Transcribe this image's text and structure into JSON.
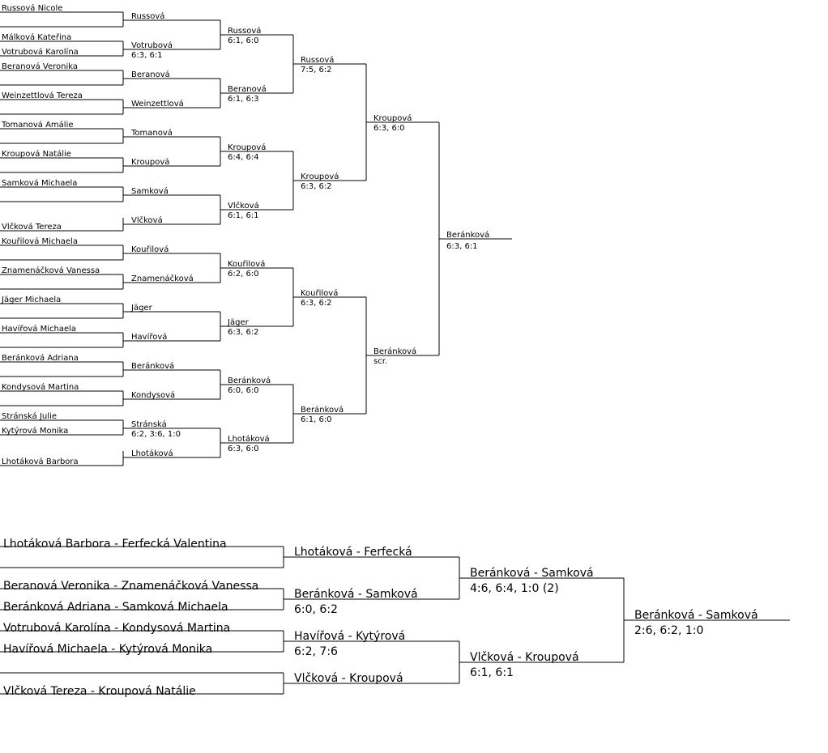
{
  "singles": {
    "round1": [
      "Russová Nicole",
      "Málková Kateřina",
      "Votrubová Karolína",
      "Beranová Veronika",
      "Weinzettlová Tereza",
      "Tomanová Amálie",
      "Kroupová Natálie",
      "Samková Michaela",
      "Vlčková Tereza",
      "Kouřilová Michaela",
      "Znamenáčková Vanessa",
      "Jäger Michaela",
      "Havířová Michaela",
      "Beránková Adriana",
      "Kondysová Martina",
      "Stránská Julie",
      "Kytýrová Monika",
      "Lhotáková Barbora"
    ],
    "round2": [
      {
        "name": "Russová",
        "score": ""
      },
      {
        "name": "Votrubová",
        "score": "6:3, 6:1"
      },
      {
        "name": "Beranová",
        "score": ""
      },
      {
        "name": "Weinzettlová",
        "score": ""
      },
      {
        "name": "Tomanová",
        "score": ""
      },
      {
        "name": "Kroupová",
        "score": ""
      },
      {
        "name": "Samková",
        "score": ""
      },
      {
        "name": "Vlčková",
        "score": ""
      },
      {
        "name": "Kouřilová",
        "score": ""
      },
      {
        "name": "Znamenáčková",
        "score": ""
      },
      {
        "name": "Jäger",
        "score": ""
      },
      {
        "name": "Havířová",
        "score": ""
      },
      {
        "name": "Beránková",
        "score": ""
      },
      {
        "name": "Kondysová",
        "score": ""
      },
      {
        "name": "Stránská",
        "score": "6:2, 3:6, 1:0"
      },
      {
        "name": "Lhotáková",
        "score": ""
      }
    ],
    "round3": [
      {
        "name": "Russová",
        "score": "6:1, 6:0"
      },
      {
        "name": "Beranová",
        "score": "6:1, 6:3"
      },
      {
        "name": "Kroupová",
        "score": "6:4, 6:4"
      },
      {
        "name": "Vlčková",
        "score": "6:1, 6:1"
      },
      {
        "name": "Kouřilová",
        "score": "6:2, 6:0"
      },
      {
        "name": "Jäger",
        "score": "6:3, 6:2"
      },
      {
        "name": "Beránková",
        "score": "6:0, 6:0"
      },
      {
        "name": "Lhotáková",
        "score": "6:3, 6:0"
      }
    ],
    "round4": [
      {
        "name": "Russová",
        "score": "7:5, 6:2"
      },
      {
        "name": "Kroupová",
        "score": "6:3, 6:2"
      },
      {
        "name": "Kouřilová",
        "score": "6:3, 6:2"
      },
      {
        "name": "Beránková",
        "score": "6:1, 6:0"
      }
    ],
    "round5": [
      {
        "name": "Kroupová",
        "score": "6:3, 6:0"
      },
      {
        "name": "Beránková",
        "score": "scr."
      }
    ],
    "winner": {
      "name": "Beránková",
      "score": "6:3, 6:1"
    }
  },
  "doubles": {
    "round1": [
      "Lhotáková Barbora -  Ferfecká Valentina",
      "Beranová Veronika -  Znamenáčková Vanessa",
      "Beránková Adriana -  Samková Michaela",
      "Votrubová Karolína -  Kondysová Martina",
      "Havířová Michaela -  Kytýrová Monika",
      "Vlčková Tereza - Kroupová Natálie"
    ],
    "round2": [
      {
        "name": "Lhotáková - Ferfecká",
        "score": ""
      },
      {
        "name": "Beránková - Samková",
        "score": "6:0, 6:2"
      },
      {
        "name": "Havířová - Kytýrová",
        "score": "6:2, 7:6"
      },
      {
        "name": "Vlčková - Kroupová",
        "score": ""
      }
    ],
    "round3": [
      {
        "name": "Beránková - Samková",
        "score": "4:6, 6:4, 1:0 (2)"
      },
      {
        "name": "Vlčková - Kroupová",
        "score": "6:1, 6:1"
      }
    ],
    "winner": {
      "name": "Beránková - Samková",
      "score": "2:6, 6:2, 1:0"
    }
  }
}
